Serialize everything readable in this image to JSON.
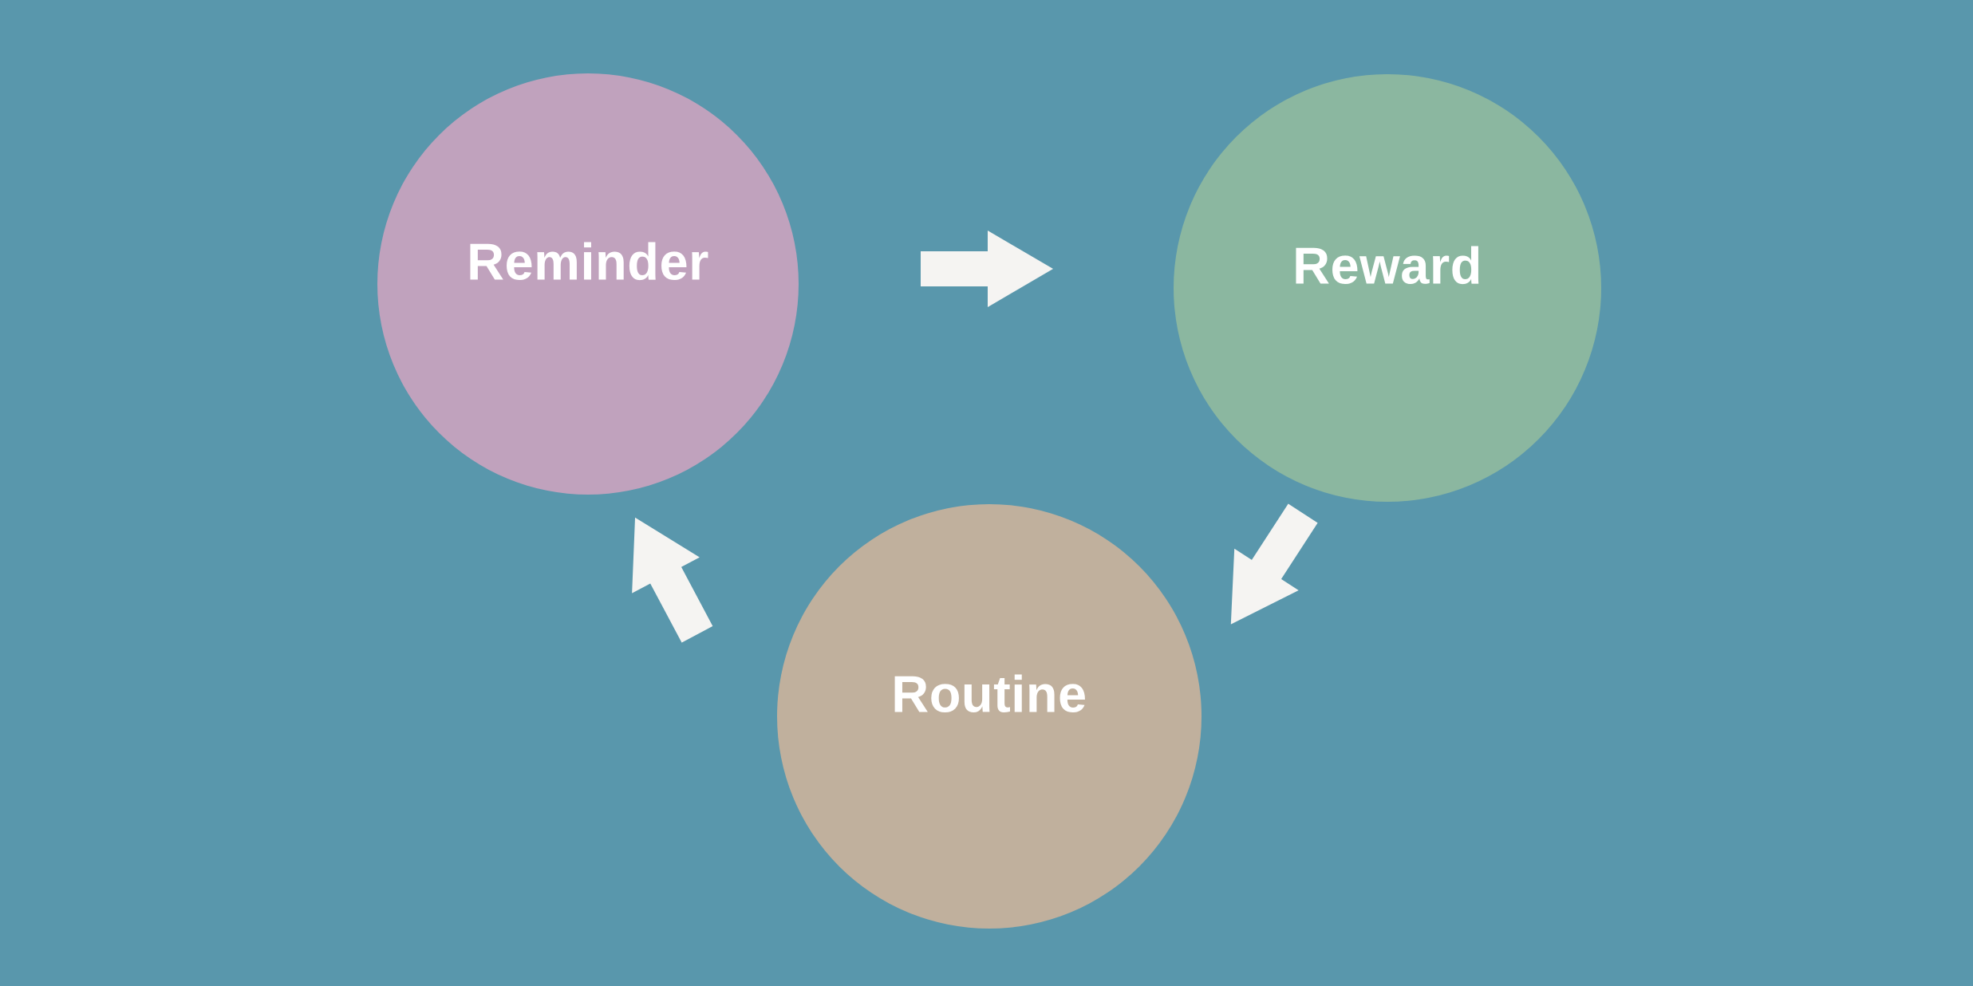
{
  "diagram": {
    "type": "cycle",
    "background_color": "#5997AC",
    "arrow_color": "#F5F4F2",
    "label_color": "#FFFFFF",
    "nodes": [
      {
        "id": "reminder",
        "label": "Reminder",
        "color": "#C0A2BD"
      },
      {
        "id": "reward",
        "label": "Reward",
        "color": "#8BB7A0"
      },
      {
        "id": "routine",
        "label": "Routine",
        "color": "#C0B09D"
      }
    ],
    "arrows": [
      {
        "from": "reminder",
        "to": "reward",
        "direction": "right"
      },
      {
        "from": "reward",
        "to": "routine",
        "direction": "down-left"
      },
      {
        "from": "routine",
        "to": "reminder",
        "direction": "up-left"
      }
    ]
  }
}
